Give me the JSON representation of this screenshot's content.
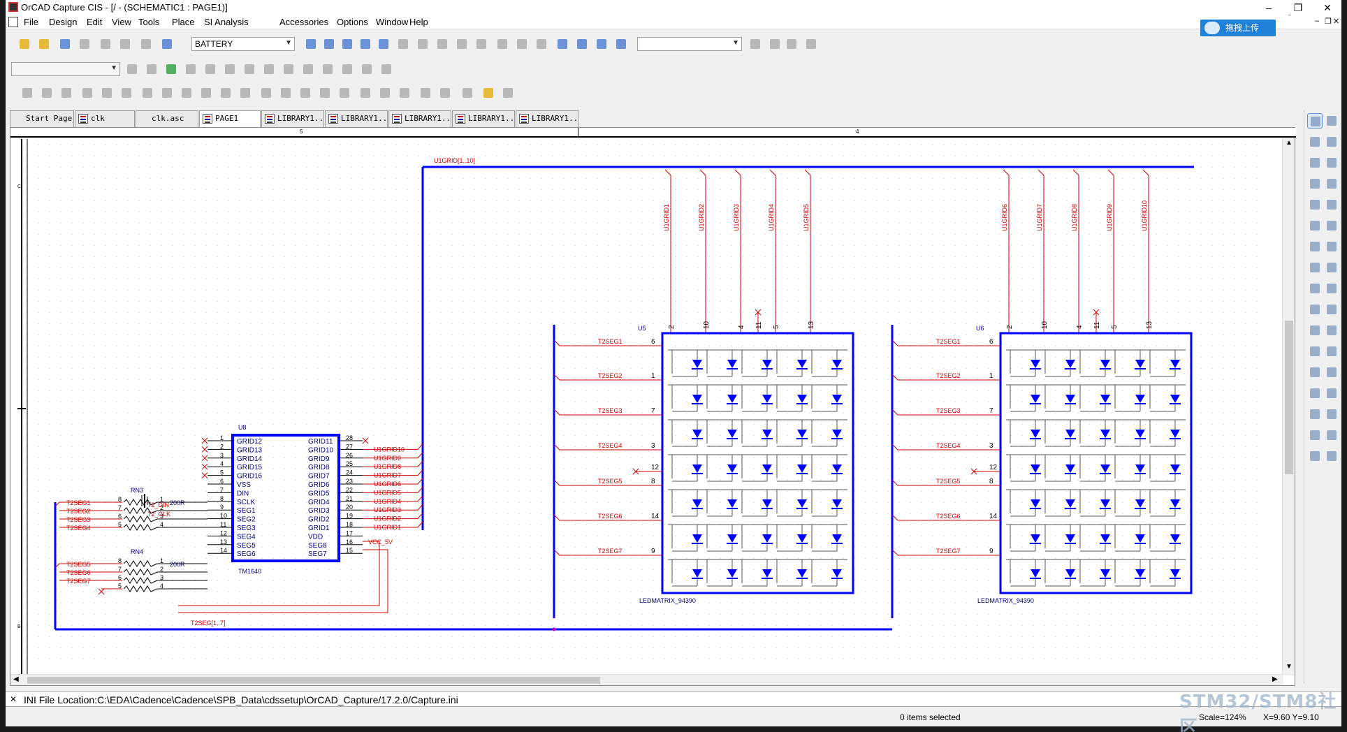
{
  "window": {
    "title": "OrCAD Capture CIS - [/ - (SCHEMATIC1 : PAGE1)]",
    "brand_fragment": "ce",
    "registered_mark": "®"
  },
  "baidu_widget": {
    "label": "拖拽上传"
  },
  "menu": [
    "File",
    "Design",
    "Edit",
    "View",
    "Tools",
    "Place",
    "SI Analysis",
    "Accessories",
    "Options",
    "Window",
    "Help"
  ],
  "toolbar": {
    "part_combo_value": "BATTERY",
    "search_combo_value": "",
    "second_combo_value": ""
  },
  "tabs": [
    {
      "label": "Start Page",
      "icon": false
    },
    {
      "label": "clk",
      "icon": true
    },
    {
      "label": "clk.asc",
      "icon": false
    },
    {
      "label": "PAGE1",
      "icon": true,
      "active": true
    },
    {
      "label": "LIBRARY1...",
      "icon": true
    },
    {
      "label": "LIBRARY1...",
      "icon": true
    },
    {
      "label": "LIBRARY1...",
      "icon": true
    },
    {
      "label": "LIBRARY1...",
      "icon": true
    },
    {
      "label": "LIBRARY1...",
      "icon": true
    }
  ],
  "ruler": {
    "mark_left": "5",
    "mark_right": "4",
    "row_c": "C",
    "row_b": "B"
  },
  "schematic": {
    "bus_grid": "U1GRID[1..10]",
    "bus_seg": "T2SEG[1..7]",
    "grid_nets_u5": [
      "U1GRID1",
      "U1GRID2",
      "U1GRID3",
      "U1GRID4",
      "U1GRID5"
    ],
    "grid_nets_u6": [
      "U1GRID6",
      "U1GRID7",
      "U1GRID8",
      "U1GRID9",
      "U1GRID10"
    ],
    "top_pins": [
      "2",
      "10",
      "4",
      "11",
      "5",
      "13"
    ],
    "seg_nets": [
      "T2SEG1",
      "T2SEG2",
      "T2SEG3",
      "T2SEG4",
      "",
      "T2SEG5",
      "T2SEG6",
      "T2SEG7"
    ],
    "seg_pins": [
      "6",
      "1",
      "7",
      "3",
      "12",
      "8",
      "14",
      "9"
    ],
    "u5": {
      "ref": "U5",
      "value": "LEDMATRIX_94390"
    },
    "u6": {
      "ref": "U6",
      "value": "LEDMATRIX_94390"
    },
    "u8": {
      "ref": "U8",
      "value": "TM1640",
      "left_pins": [
        {
          "num": "1",
          "name": "GRID12"
        },
        {
          "num": "2",
          "name": "GRID13"
        },
        {
          "num": "3",
          "name": "GRID14"
        },
        {
          "num": "4",
          "name": "GRID15"
        },
        {
          "num": "5",
          "name": "GRID16"
        },
        {
          "num": "6",
          "name": "VSS"
        },
        {
          "num": "7",
          "name": "DIN"
        },
        {
          "num": "8",
          "name": "SCLK"
        },
        {
          "num": "9",
          "name": "SEG1"
        },
        {
          "num": "10",
          "name": "SEG2"
        },
        {
          "num": "11",
          "name": "SEG3"
        },
        {
          "num": "12",
          "name": "SEG4"
        },
        {
          "num": "13",
          "name": "SEG5"
        },
        {
          "num": "14",
          "name": "SEG6"
        }
      ],
      "right_pins": [
        {
          "num": "28",
          "name": "GRID11",
          "net": ""
        },
        {
          "num": "27",
          "name": "GRID10",
          "net": "U1GRID10"
        },
        {
          "num": "26",
          "name": "GRID9",
          "net": "U1GRID9"
        },
        {
          "num": "25",
          "name": "GRID8",
          "net": "U1GRID8"
        },
        {
          "num": "24",
          "name": "GRID7",
          "net": "U1GRID7"
        },
        {
          "num": "23",
          "name": "GRID6",
          "net": "U1GRID6"
        },
        {
          "num": "22",
          "name": "GRID5",
          "net": "U1GRID5"
        },
        {
          "num": "21",
          "name": "GRID4",
          "net": "U1GRID4"
        },
        {
          "num": "20",
          "name": "GRID3",
          "net": "U1GRID3"
        },
        {
          "num": "19",
          "name": "GRID2",
          "net": "U1GRID2"
        },
        {
          "num": "18",
          "name": "GRID1",
          "net": "U1GRID1"
        },
        {
          "num": "17",
          "name": "VDD",
          "net": ""
        },
        {
          "num": "16",
          "name": "SEG8",
          "net": ""
        },
        {
          "num": "15",
          "name": "SEG7",
          "net": ""
        }
      ],
      "vcc_net": "VCC_5V",
      "din_net": "T2_DIN",
      "clk_net": "T2_CLK"
    },
    "rn3": {
      "ref": "RN3",
      "value": "200R",
      "nets": [
        "T2SEG1",
        "T2SEG2",
        "T2SEG3",
        "T2SEG4"
      ],
      "left_pins": [
        "8",
        "7",
        "6",
        "5"
      ],
      "right_pins": [
        "1",
        "2",
        "3",
        "4"
      ]
    },
    "rn4": {
      "ref": "RN4",
      "value": "200R",
      "nets": [
        "T2SEG5",
        "T2SEG6",
        "T2SEG7",
        ""
      ],
      "left_pins": [
        "8",
        "7",
        "6",
        "5"
      ],
      "right_pins": [
        "1",
        "2",
        "3",
        "4"
      ]
    }
  },
  "status": {
    "ini": "INI File Location:C:\\EDA\\Cadence\\Cadence\\SPB_Data\\cdssetup\\OrCAD_Capture/17.2.0/Capture.ini",
    "selected": "0 items selected",
    "scale": "Scale=124%",
    "coords": "X=9.60  Y=9.10"
  },
  "watermark": "STM32/STM8社区",
  "colors": {
    "wire": "#0000ff",
    "net": "#cc0000",
    "part": "#000080"
  }
}
